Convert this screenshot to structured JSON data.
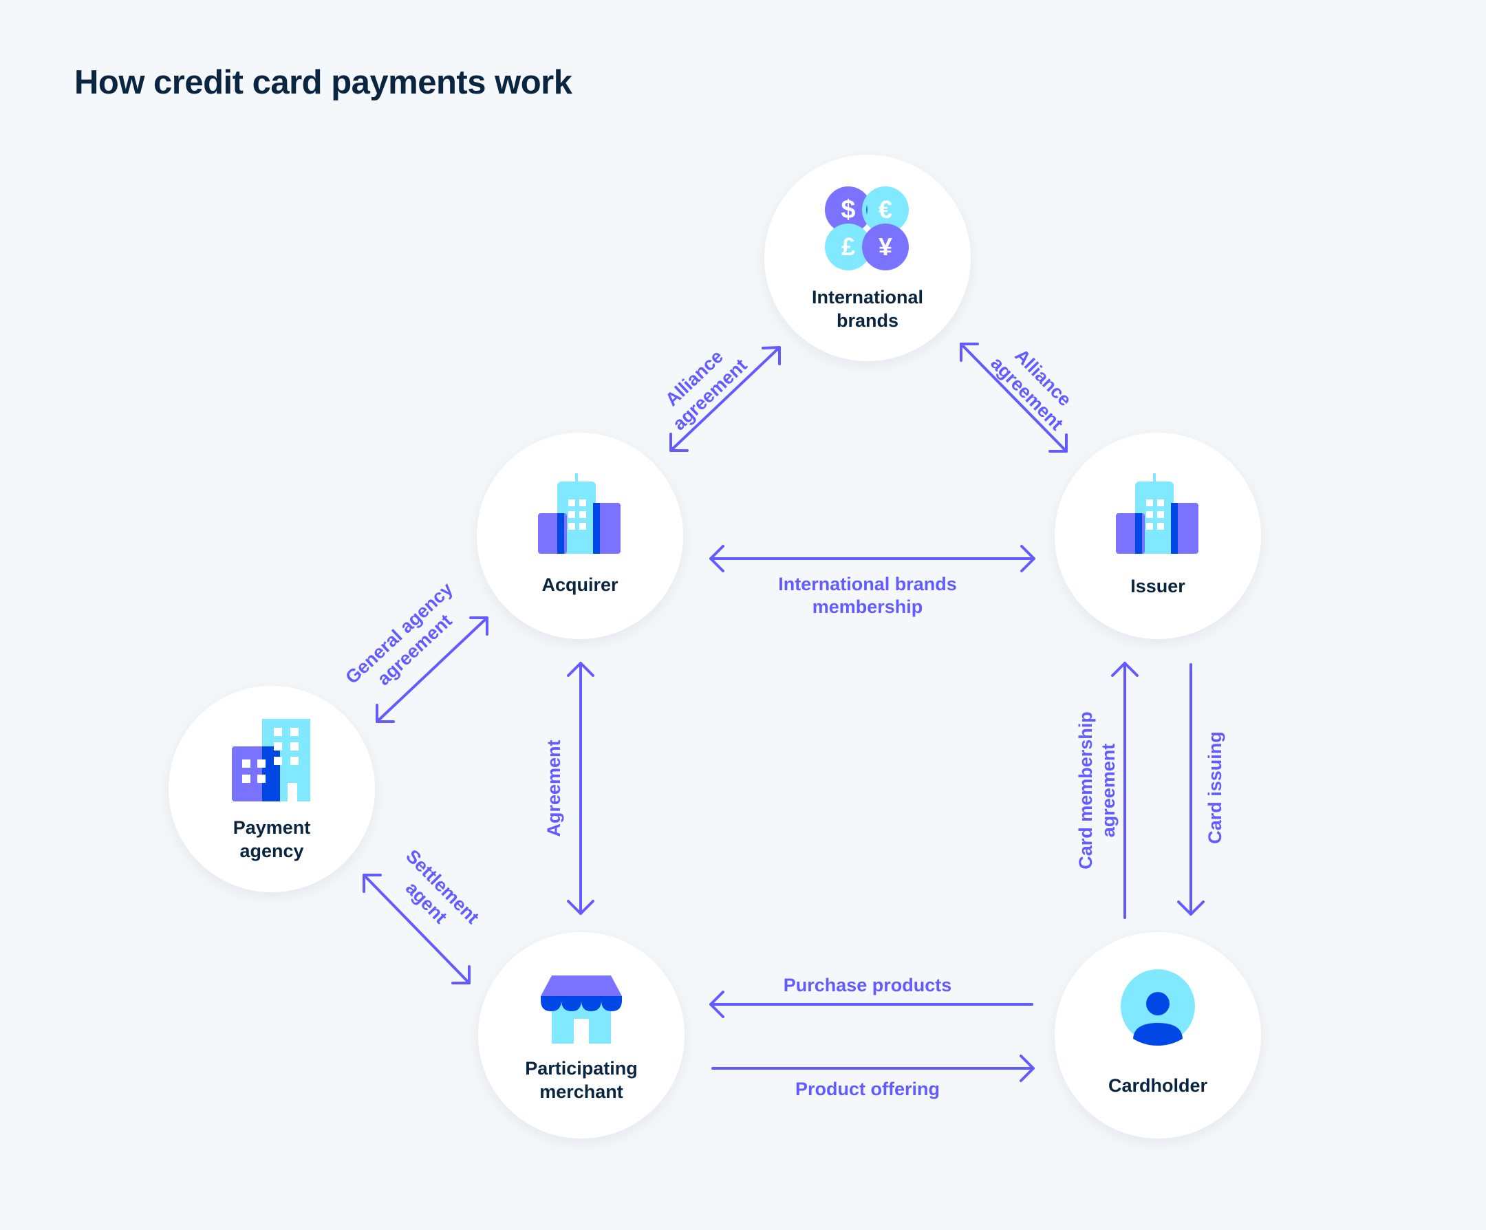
{
  "title": "How credit card payments work",
  "colors": {
    "background": "#f5f8fb",
    "title_text": "#0a2540",
    "node_text": "#0a2540",
    "accent": "#635bff",
    "cyan": "#80e9ff",
    "purple": "#7a73ff",
    "blue": "#0048e5"
  },
  "nodes": {
    "international_brands": {
      "line1": "International",
      "line2": "brands",
      "icon": "currency-icon"
    },
    "acquirer": {
      "line1": "Acquirer",
      "icon": "building-icon"
    },
    "issuer": {
      "line1": "Issuer",
      "icon": "building-icon"
    },
    "payment_agency": {
      "line1": "Payment",
      "line2": "agency",
      "icon": "office-building-icon"
    },
    "merchant": {
      "line1": "Participating",
      "line2": "merchant",
      "icon": "storefront-icon"
    },
    "cardholder": {
      "line1": "Cardholder",
      "icon": "user-icon"
    }
  },
  "edges": {
    "alliance_left": {
      "line1": "Alliance",
      "line2": "agreement"
    },
    "alliance_right": {
      "line1": "Alliance",
      "line2": "agreement"
    },
    "membership": {
      "line1": "International brands",
      "line2": "membership"
    },
    "general_agency": {
      "line1": "General agency",
      "line2": "agreement"
    },
    "agreement": {
      "line1": "Agreement"
    },
    "settlement": {
      "line1": "Settlement",
      "line2": "agent"
    },
    "card_membership": {
      "line1": "Card membership",
      "line2": "agreement"
    },
    "card_issuing": {
      "line1": "Card issuing"
    },
    "purchase": {
      "line1": "Purchase products"
    },
    "offering": {
      "line1": "Product offering"
    }
  },
  "currency_symbols": [
    "$",
    "€",
    "£",
    "¥"
  ]
}
